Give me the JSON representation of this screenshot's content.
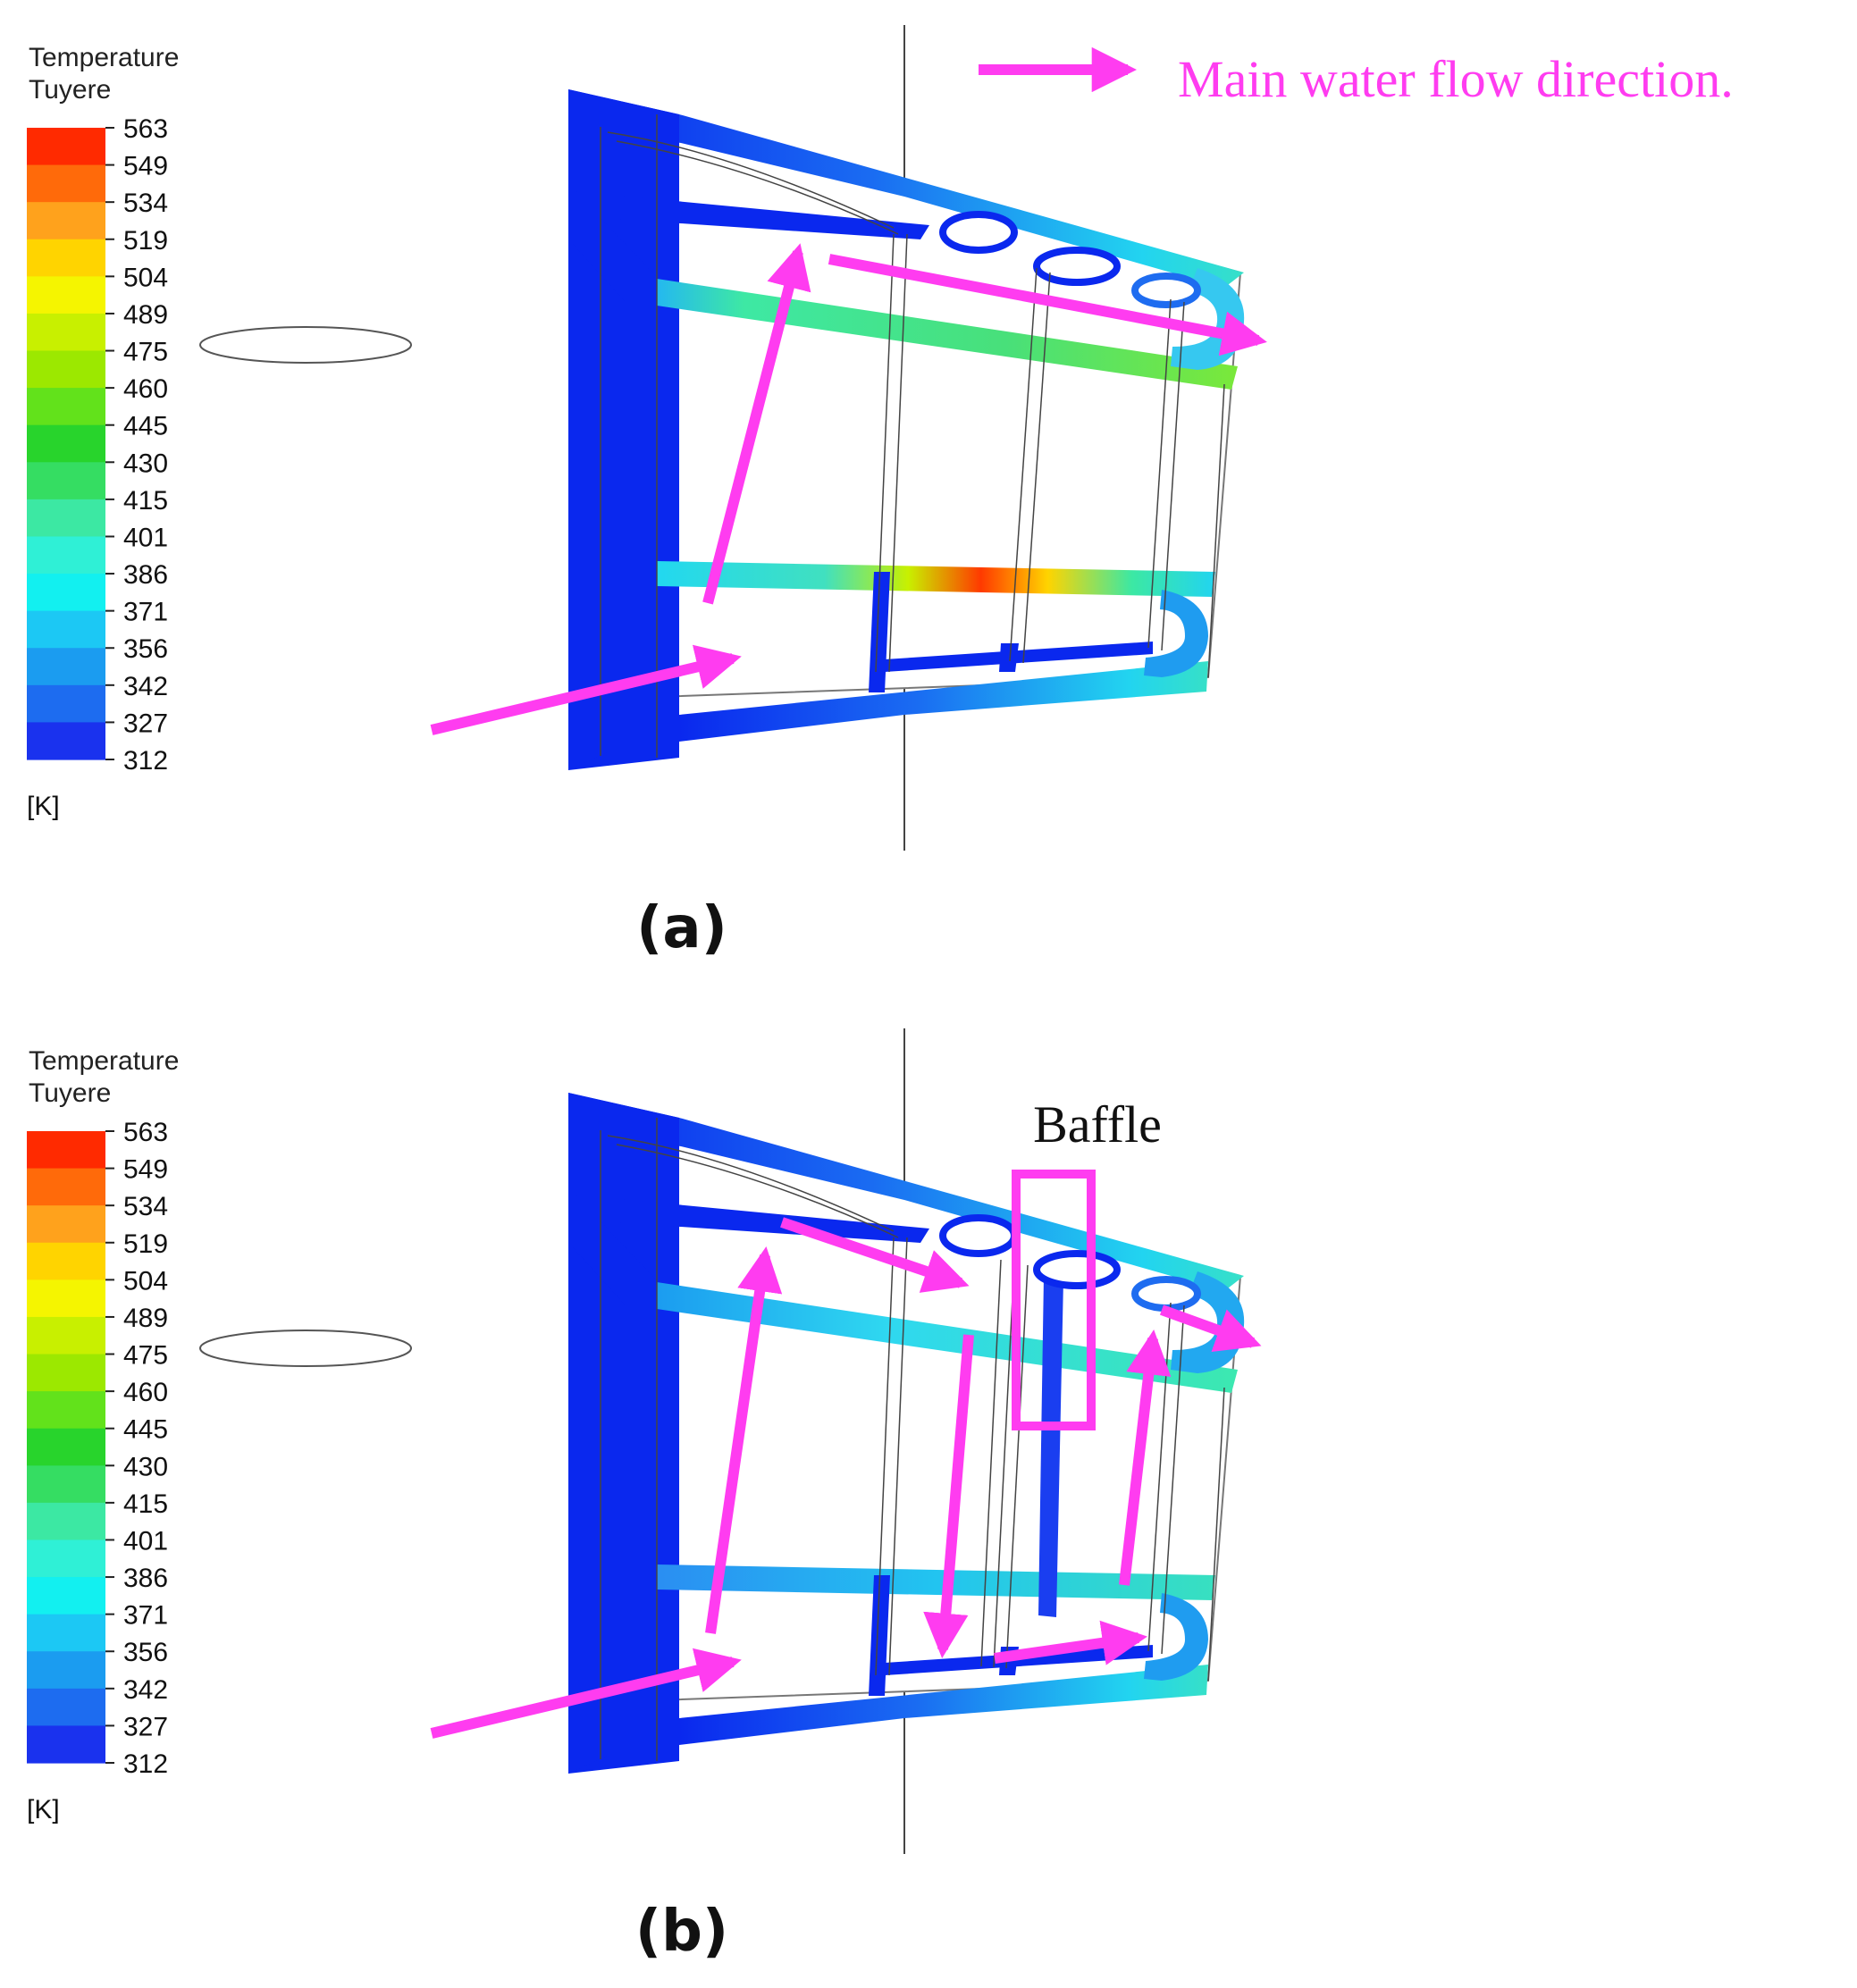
{
  "legend": {
    "title": "Temperature",
    "subtitle": "Tuyere",
    "unit": "[K]",
    "ticks": [
      "563",
      "549",
      "534",
      "519",
      "504",
      "489",
      "475",
      "460",
      "445",
      "430",
      "415",
      "401",
      "386",
      "371",
      "356",
      "342",
      "327",
      "312"
    ],
    "colors": [
      "#ff2a00",
      "#ff6a0a",
      "#ffa21c",
      "#ffd400",
      "#f5f500",
      "#c8f000",
      "#9ce800",
      "#62e21b",
      "#28d42c",
      "#35dd62",
      "#3ce8a3",
      "#2ff0d6",
      "#12f0f0",
      "#1cc8f4",
      "#1b9cf0",
      "#1d6cf0",
      "#1a32ee"
    ]
  },
  "annotations": {
    "flow_note": "Main water flow direction.",
    "baffle_label": "Baffle"
  },
  "panels": [
    {
      "label": "(a)"
    },
    {
      "label": "(b)"
    }
  ],
  "colors": {
    "arrow": "#ff3cf0",
    "cold": "#0a28ee",
    "hot": "#ff3a00"
  }
}
